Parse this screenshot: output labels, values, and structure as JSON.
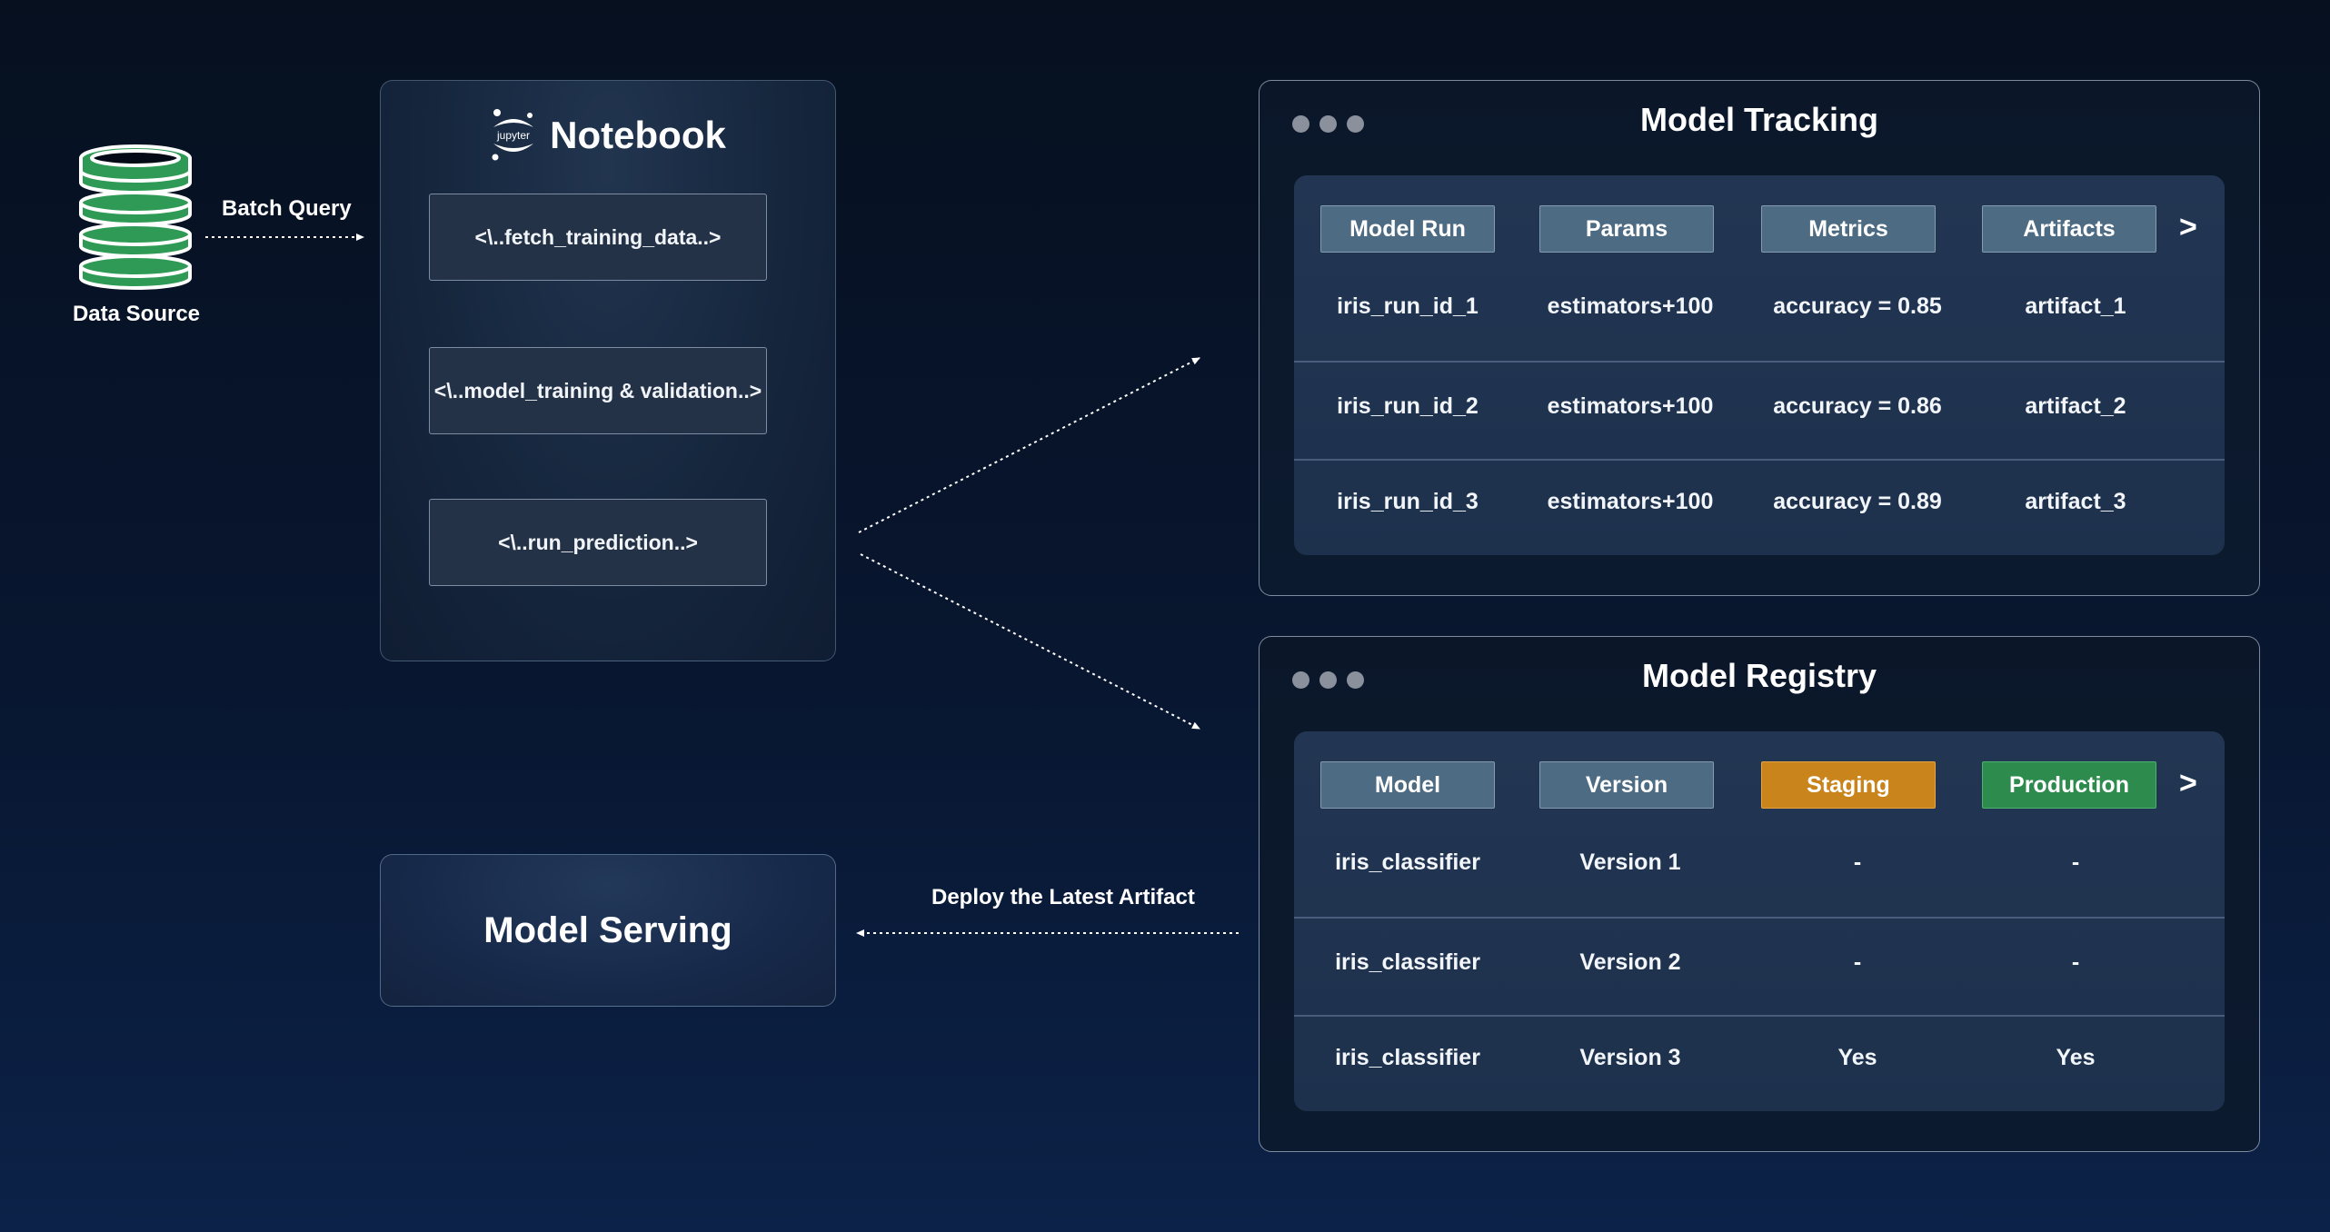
{
  "data_source": {
    "label": "Data Source",
    "color": "#2e9a55"
  },
  "edges": {
    "batch_query": "Batch Query",
    "deploy": "Deploy the Latest Artifact"
  },
  "notebook": {
    "logo_text": "jupyter",
    "title": "Notebook",
    "steps": [
      "<\\..fetch_training_data..>",
      "<\\..model_training & validation..>",
      "<\\..run_prediction..>"
    ]
  },
  "serving": {
    "title": "Model Serving"
  },
  "tracking": {
    "title": "Model Tracking",
    "columns": [
      "Model Run",
      "Params",
      "Metrics",
      "Artifacts"
    ],
    "more": ">",
    "rows": [
      [
        "iris_run_id_1",
        "estimators+100",
        "accuracy = 0.85",
        "artifact_1"
      ],
      [
        "iris_run_id_2",
        "estimators+100",
        "accuracy = 0.86",
        "artifact_2"
      ],
      [
        "iris_run_id_3",
        "estimators+100",
        "accuracy = 0.89",
        "artifact_3"
      ]
    ]
  },
  "registry": {
    "title": "Model Registry",
    "columns": [
      "Model",
      "Version",
      "Staging",
      "Production"
    ],
    "more": ">",
    "rows": [
      [
        "iris_classifier",
        "Version 1",
        "-",
        "-"
      ],
      [
        "iris_classifier",
        "Version 2",
        "-",
        "-"
      ],
      [
        "iris_classifier",
        "Version 3",
        "Yes",
        "Yes"
      ]
    ]
  },
  "colors": {
    "staging": "#c9841b",
    "production": "#2e8b4e",
    "header_chip": "#4d6b83",
    "window_dot": "#8a919c"
  }
}
